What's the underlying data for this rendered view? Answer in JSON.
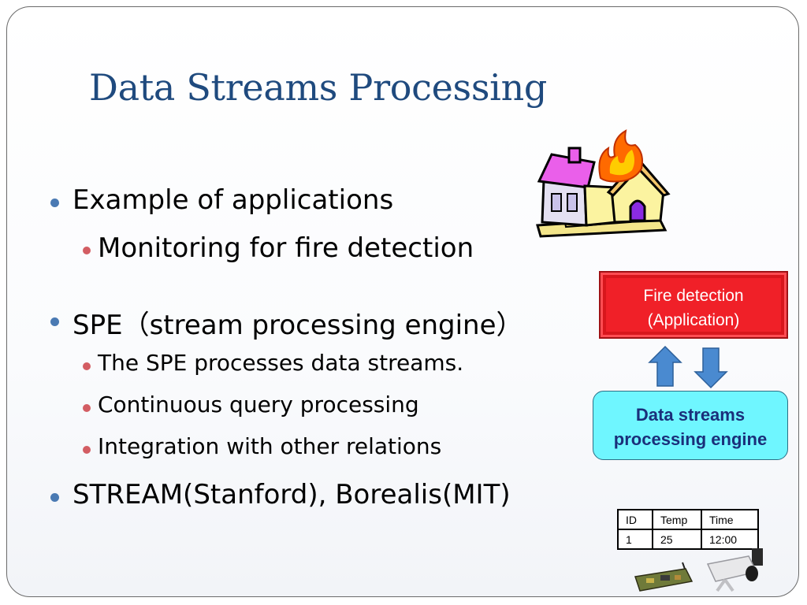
{
  "slide": {
    "title": "Data Streams Processing",
    "bullets": [
      {
        "text": "Example of applications",
        "children": [
          "Monitoring for fire detection"
        ]
      },
      {
        "text": "SPE（stream processing engine）",
        "children": [
          "The SPE processes data streams.",
          "Continuous query processing",
          "Integration with other relations"
        ]
      },
      {
        "text": "STREAM(Stanford), Borealis(MIT)",
        "children": []
      }
    ]
  },
  "diagram": {
    "app_box_line1": "Fire detection",
    "app_box_line2": "(Application)",
    "engine_box_line1": "Data streams",
    "engine_box_line2": "processing engine",
    "table": {
      "headers": [
        "ID",
        "Temp",
        "Time"
      ],
      "rows": [
        [
          "1",
          "25",
          "12:00"
        ]
      ]
    },
    "colors": {
      "app_box": "#f02028",
      "engine_box": "#6ff6ff",
      "arrows": "#4a8ad0",
      "title": "#1f4a7e"
    },
    "icons": [
      "burning-house-icon",
      "sensor-board-icon",
      "camera-icon"
    ]
  }
}
